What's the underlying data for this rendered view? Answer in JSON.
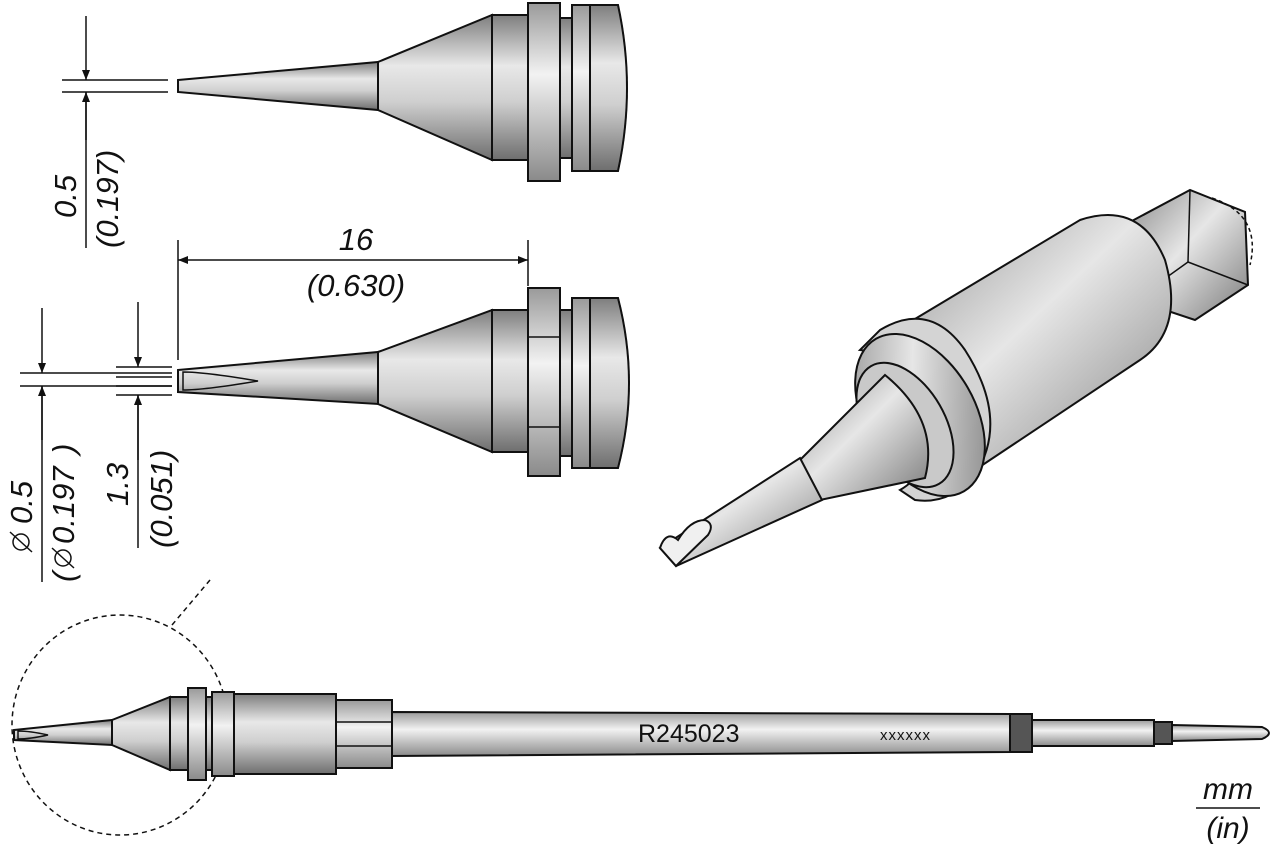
{
  "dimensions": {
    "top_tip_width": {
      "mm": "0.5",
      "in": "(0.197)"
    },
    "length": {
      "mm": "16",
      "in": "(0.630)"
    },
    "tip_diameter": {
      "mm": "0.5",
      "in": "0.197"
    },
    "tip_depth": {
      "mm": "1.3",
      "in": "(0.051)"
    }
  },
  "cartridge": {
    "part_number": "R245023",
    "lot_code": "xxxxxx"
  },
  "units": {
    "metric": "mm",
    "imperial": "(in)"
  },
  "colors": {
    "metal_light": "#e4e4e4",
    "metal_mid": "#b4b4b4",
    "metal_dark": "#7a7a7a",
    "band": "#555555"
  }
}
